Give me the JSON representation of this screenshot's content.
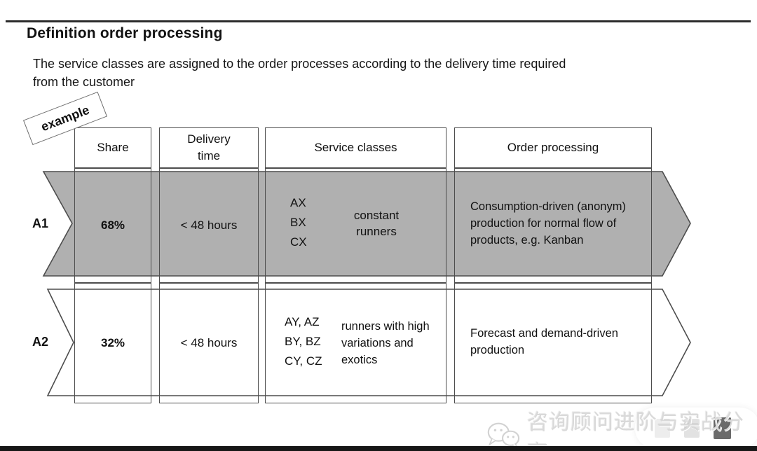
{
  "page": {
    "title": "Definition order processing",
    "subtitle_line1": "The service classes are assigned to the order processes according to the delivery time required",
    "subtitle_line2": "from the customer",
    "stamp": "example"
  },
  "table": {
    "headers": [
      "Share",
      "Delivery time",
      "Service classes",
      "Order processing"
    ],
    "rows": [
      {
        "id": "A1",
        "share": "68%",
        "delivery": "< 48 hours",
        "codes": [
          "AX",
          "BX",
          "CX"
        ],
        "class_desc": "constant runners",
        "order": "Consumption-driven (anonym) production for normal flow of products, e.g. Kanban"
      },
      {
        "id": "A2",
        "share": "32%",
        "delivery": "< 48 hours",
        "codes": [
          "AY, AZ",
          "BY, BZ",
          "CY, CZ"
        ],
        "class_desc": "runners with high variations and exotics",
        "order": "Forecast and demand-driven production"
      }
    ]
  },
  "watermark": {
    "text": "咨询顾问进阶与实战分享",
    "icon": "wechat-icon"
  },
  "colors": {
    "banner_gray": "#b0b0b0",
    "line": "#4d4d4d",
    "top_rule": "#2b2b2b"
  }
}
